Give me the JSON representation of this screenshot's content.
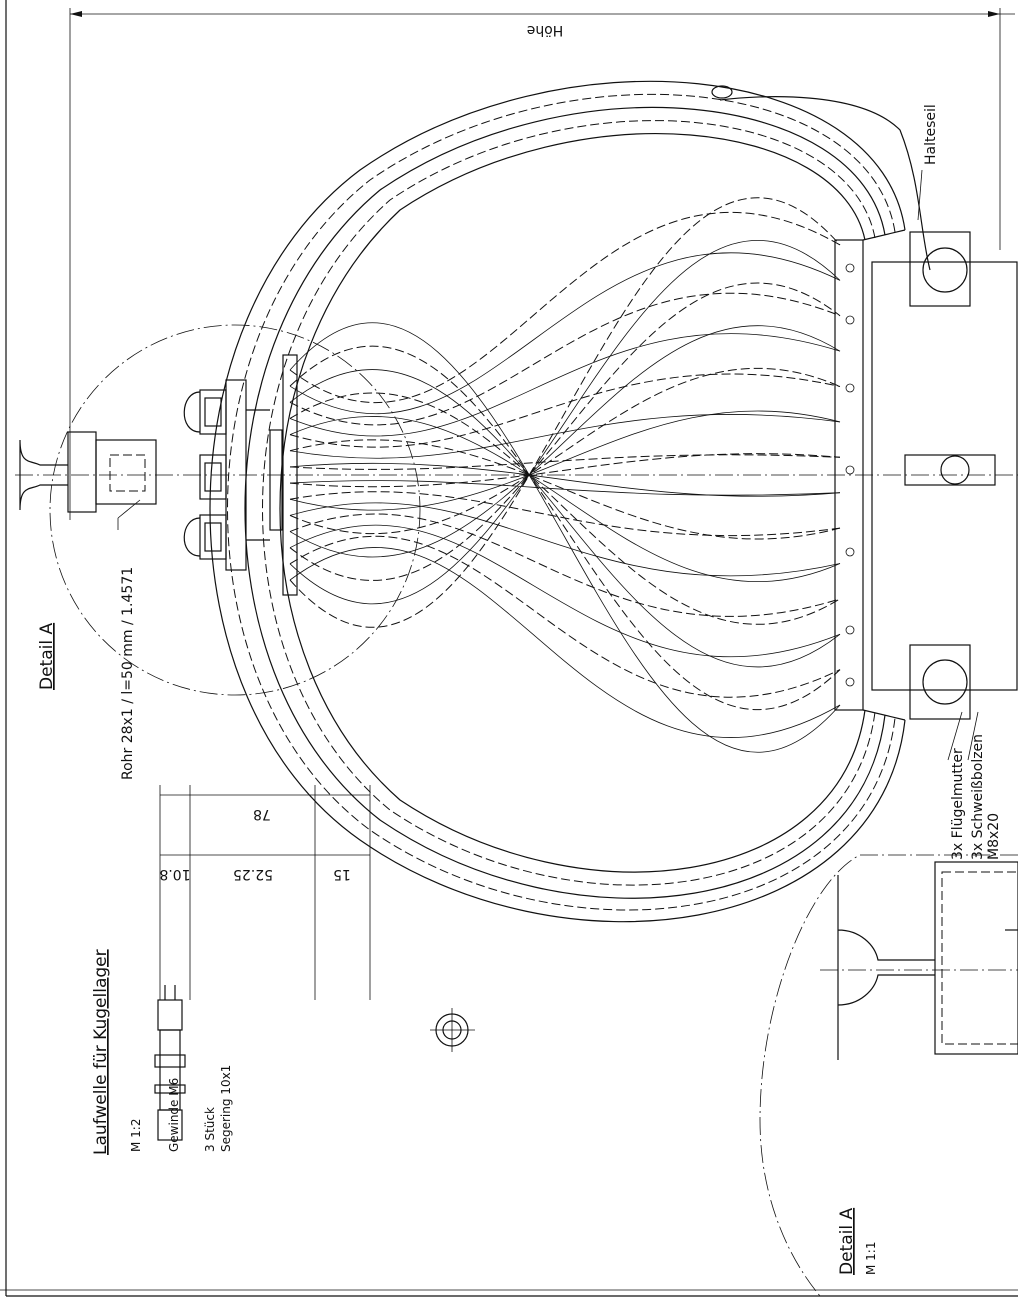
{
  "labels": {
    "hoehe": "Höhe",
    "halteseil": "Halteseil",
    "detail_a_top": "Detail A",
    "rohr": "Rohr 28x1 / l=50 mm / 1.4571",
    "fluegelmutter": "3x Flügelmutter",
    "schweissbolzen": "3x Schweißbolzen",
    "m8x20": "M8x20",
    "laufwelle_title": "Laufwelle für Kugellager",
    "laufwelle_scale": "M 1:2",
    "gewinde": "Gewinde M6",
    "stueck": "3 Stück",
    "segering": "Segering 10x1",
    "detail_a_bottom": "Detail A",
    "detail_scale": "M 1:1"
  },
  "dimensions": {
    "overall": "78",
    "left": "10.8",
    "middle": "52.25",
    "right": "15"
  }
}
